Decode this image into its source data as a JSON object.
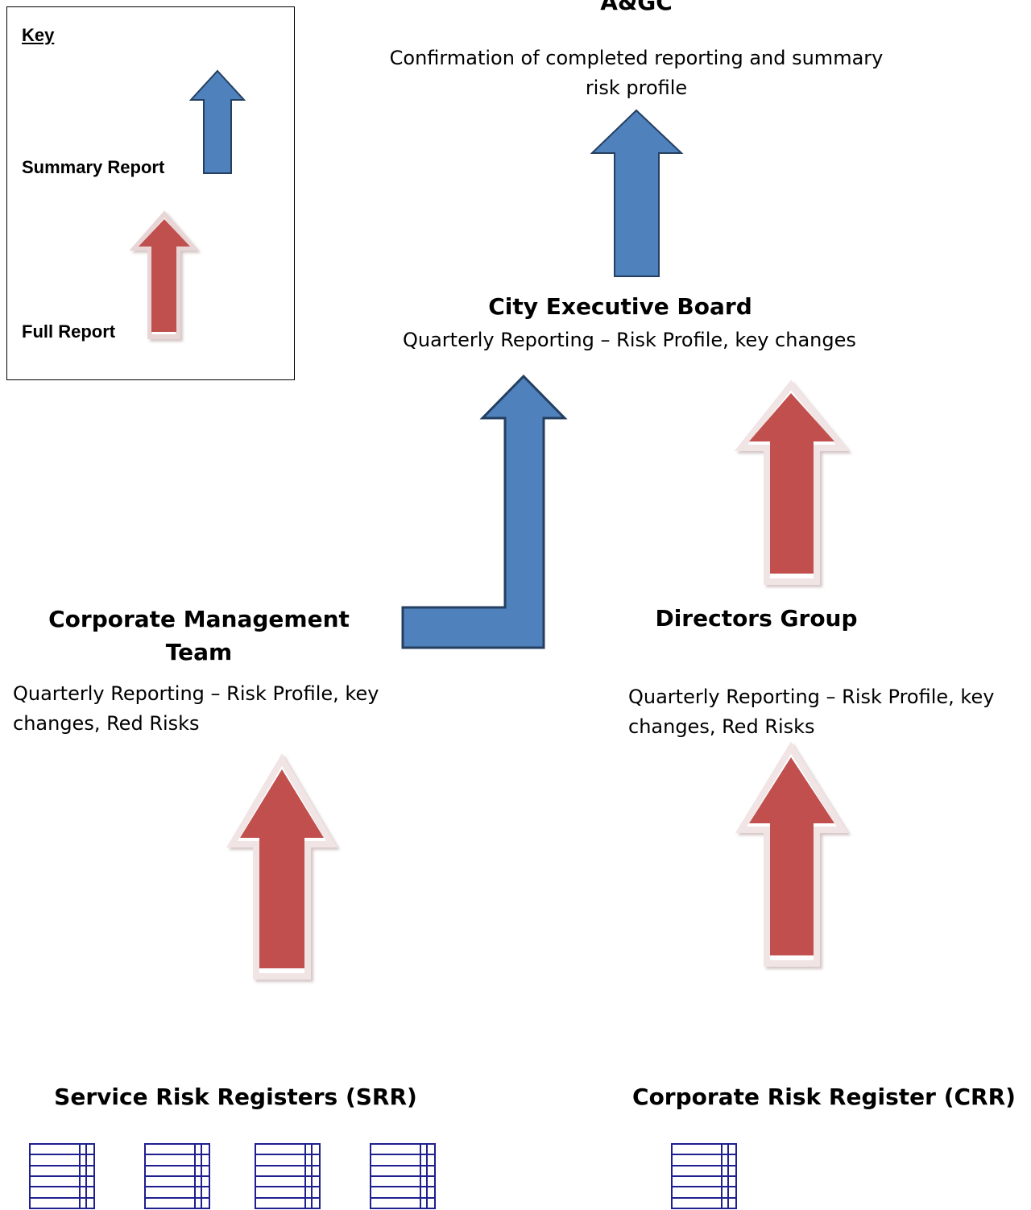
{
  "key": {
    "heading": "Key",
    "summary_label": "Summary Report",
    "full_label": "Full Report"
  },
  "nodes": {
    "agc": {
      "title": "A&GC",
      "desc": "Confirmation of completed reporting and summary risk profile"
    },
    "ceb": {
      "title": "City Executive Board",
      "desc": "Quarterly Reporting – Risk Profile, key changes"
    },
    "cmt": {
      "title": "Corporate Management Team",
      "desc": "Quarterly Reporting – Risk Profile, key changes, Red Risks"
    },
    "dg": {
      "title": "Directors Group",
      "desc": "Quarterly Reporting – Risk Profile, key changes, Red Risks"
    },
    "srr": {
      "title": "Service Risk Registers (SRR)"
    },
    "crr": {
      "title": "Corporate Risk Register (CRR)"
    }
  },
  "colors": {
    "summary_fill": "#4f81bd",
    "summary_stroke": "#243f60",
    "full_fill": "#c0504d",
    "register_stroke": "#1f1f8f"
  }
}
